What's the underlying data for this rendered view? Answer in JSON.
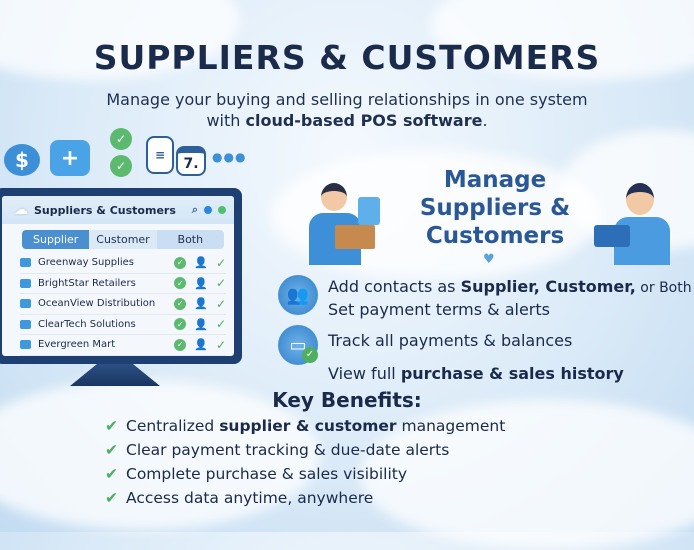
{
  "title": "SUPPLIERS & CUSTOMERS",
  "subtitle": {
    "line1": "Manage your buying and selling relationships in one system",
    "line2_prefix": "with ",
    "line2_bold": "cloud-based POS software",
    "line2_suffix": "."
  },
  "icons_row": [
    "dollar-icon",
    "medical-bag-icon",
    "check-icon",
    "document-icon",
    "calendar-icon"
  ],
  "calendar_day": "7.",
  "app": {
    "title": "Suppliers & Customers",
    "tabs": [
      "Supplier",
      "Customer",
      "Both"
    ],
    "active_tab": "Supplier",
    "rows": [
      "Greenway Supplies",
      "BrightStar Retailers",
      "OceanView Distribution",
      "ClearTech Solutions",
      "Evergreen Mart"
    ]
  },
  "manage": {
    "line1": "Manage",
    "line2": "Suppliers &",
    "line3": "Customers"
  },
  "features": {
    "f1_a": "Add contacts as ",
    "f1_b": "Supplier, Customer,",
    "f1_c": " or Both",
    "f2": "Set payment terms & alerts",
    "f3": "Track all payments & balances",
    "f4_a": "View full ",
    "f4_b": "purchase & sales history"
  },
  "key_benefits": {
    "heading": "Key Benefits:",
    "items": [
      {
        "a": "Centralized ",
        "b": "supplier & customer",
        "c": " management"
      },
      {
        "a": "Clear payment tracking & due-date alerts",
        "b": "",
        "c": ""
      },
      {
        "a": "Complete purchase & sales visibility",
        "b": "",
        "c": ""
      },
      {
        "a": "Access data anytime, anywhere",
        "b": "",
        "c": ""
      }
    ]
  },
  "colors": {
    "title": "#1a2b4c",
    "accent": "#2a5796",
    "check": "#4fae5f",
    "monitor": "#1d3f72",
    "tab_active": "#4a8fd0"
  }
}
